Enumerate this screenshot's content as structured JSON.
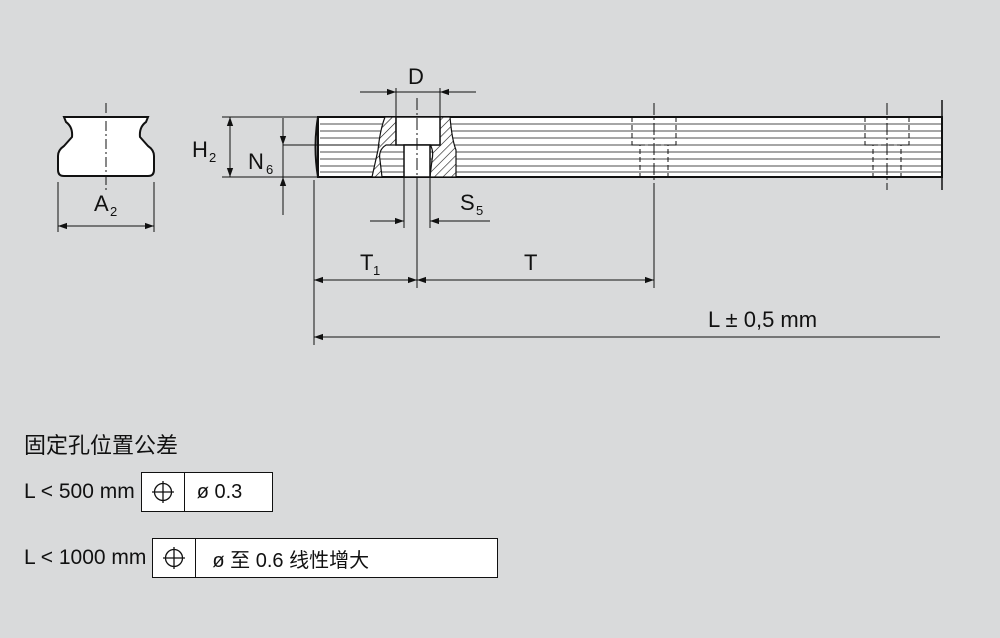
{
  "drawing": {
    "labels": {
      "d": "D",
      "h2": "H",
      "h2_sub": "2",
      "n6": "N",
      "n6_sub": "6",
      "a2": "A",
      "a2_sub": "2",
      "s5": "S",
      "s5_sub": "5",
      "t1": "T",
      "t1_sub": "1",
      "t": "T",
      "l": "L ± 0,5 mm"
    }
  },
  "tolerance": {
    "title": "固定孔位置公差",
    "rows": [
      {
        "label": "L < 500 mm",
        "symbol": "position-tolerance-icon",
        "value": "ø 0.3"
      },
      {
        "label": "L < 1000 mm",
        "symbol": "position-tolerance-icon",
        "value": "ø 至 0.6 线性增大"
      }
    ]
  }
}
